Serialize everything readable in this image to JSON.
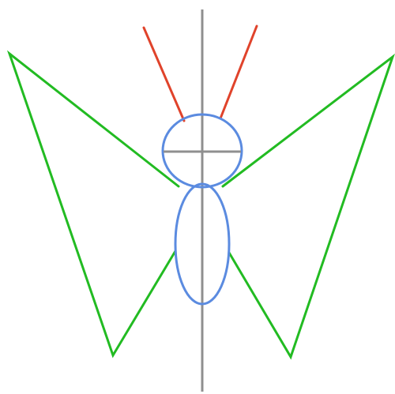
{
  "colors": {
    "background": "#ffffff",
    "axis": "#8f8f8f",
    "antennae": "#e0432b",
    "body": "#5b8be0",
    "wings": "#22bb22"
  },
  "parts": [
    "symmetry-axis",
    "antennae",
    "head",
    "body",
    "wings"
  ]
}
